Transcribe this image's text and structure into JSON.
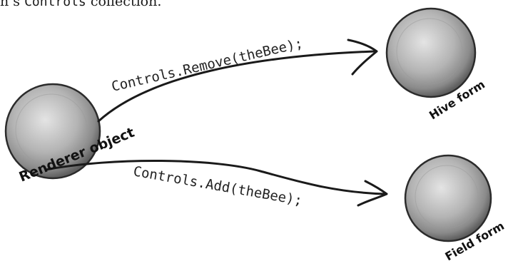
{
  "caption": {
    "prefix": "n’s ",
    "code": "Controls",
    "suffix": " collection."
  },
  "messages": {
    "remove": "Controls.Remove(theBee);",
    "add": "Controls.Add(theBee);"
  },
  "objects": {
    "renderer": "Renderer object",
    "hive": "Hive form",
    "field": "Field form"
  },
  "colors": {
    "sphere_light": "#dcdcdc",
    "sphere_dark": "#6e6e6e",
    "stroke": "#1a1a1a"
  }
}
